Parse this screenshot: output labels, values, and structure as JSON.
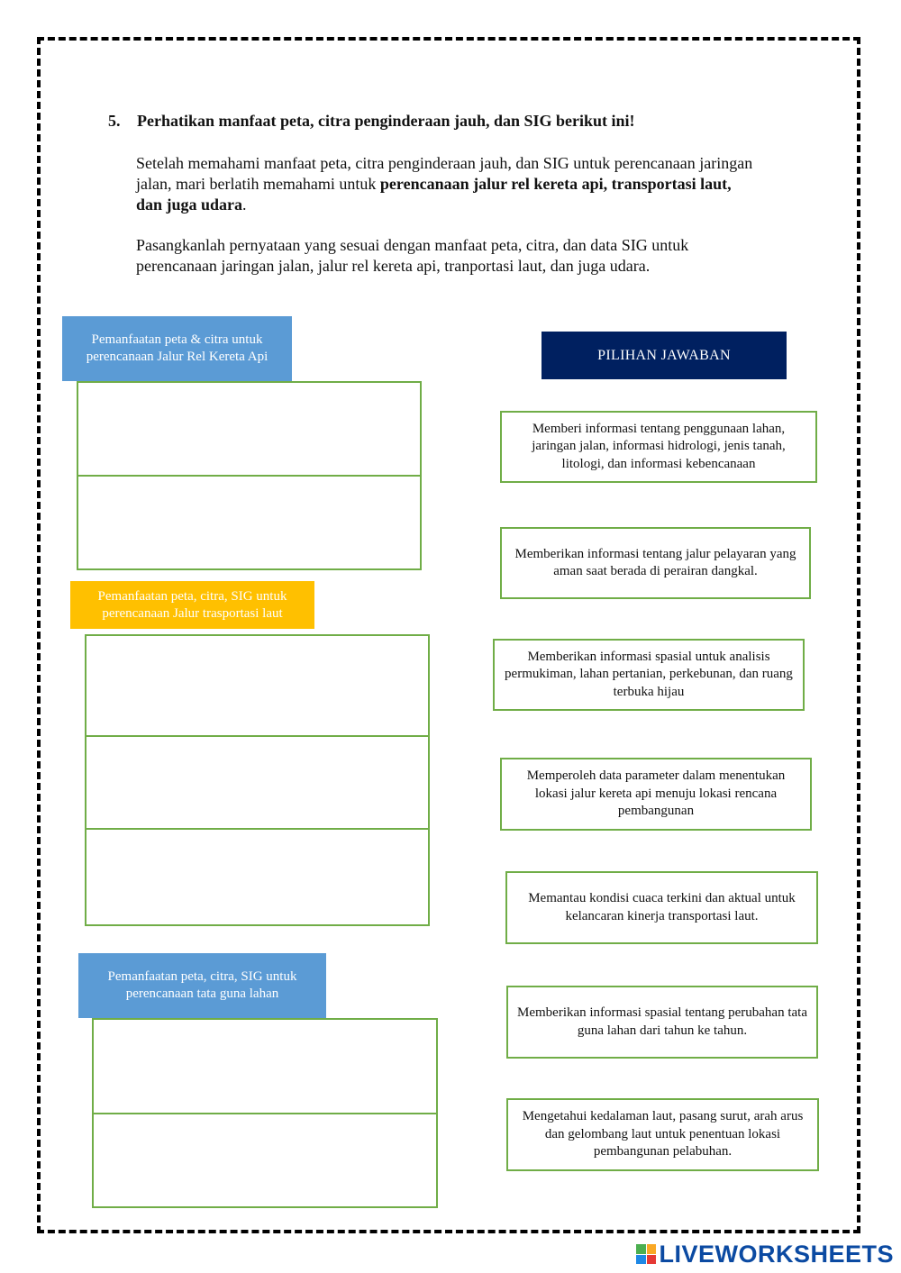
{
  "question": {
    "number": "5.",
    "title": "Perhatikan manfaat peta, citra penginderaan jauh, dan SIG berikut ini!",
    "para1_plain": "Setelah memahami manfaat peta, citra penginderaan jauh, dan SIG untuk perencanaan jaringan jalan, mari berlatih memahami untuk ",
    "para1_bold": "perencanaan jalur rel kereta api, transportasi laut, dan juga udara",
    "para1_end": ".",
    "para2": "Pasangkanlah pernyataan yang sesuai dengan manfaat peta, citra, dan data SIG untuk perencanaan jaringan jalan, jalur rel kereta api, tranportasi laut, dan juga udara."
  },
  "categories": [
    {
      "label": "Pemanfaatan peta & citra untuk perencanaan Jalur Rel Kereta Api",
      "color": "#5b9bd5"
    },
    {
      "label": "Pemanfaatan peta, citra, SIG untuk perencanaan Jalur trasportasi  laut",
      "color": "#ffc000"
    },
    {
      "label": "Pemanfaatan peta, citra, SIG untuk perencanaan tata guna lahan",
      "color": "#5b9bd5"
    }
  ],
  "options_header": "PILIHAN JAWABAN",
  "options": [
    "Memberi informasi tentang penggunaan lahan, jaringan jalan, informasi hidrologi, jenis tanah, litologi, dan informasi kebencanaan",
    "Memberikan informasi tentang jalur pelayaran yang aman saat berada di perairan dangkal.",
    "Memberikan informasi spasial untuk analisis permukiman, lahan pertanian, perkebunan, dan ruang terbuka hijau",
    "Memperoleh data parameter dalam menentukan lokasi jalur kereta api menuju lokasi rencana pembangunan",
    "Memantau kondisi cuaca terkini dan aktual untuk kelancaran kinerja transportasi laut.",
    "Memberikan informasi spasial tentang perubahan tata guna lahan dari tahun ke tahun.",
    "Mengetahui kedalaman laut, pasang surut, arah arus dan gelombang laut untuk penentuan lokasi pembangunan pelabuhan."
  ],
  "footer": {
    "brand": "LIVEWORKSHEETS",
    "colors": {
      "brand_text": "#0b4aa2",
      "grid": [
        "#4caf50",
        "#f9a825",
        "#1e88e5",
        "#e53935"
      ]
    }
  }
}
